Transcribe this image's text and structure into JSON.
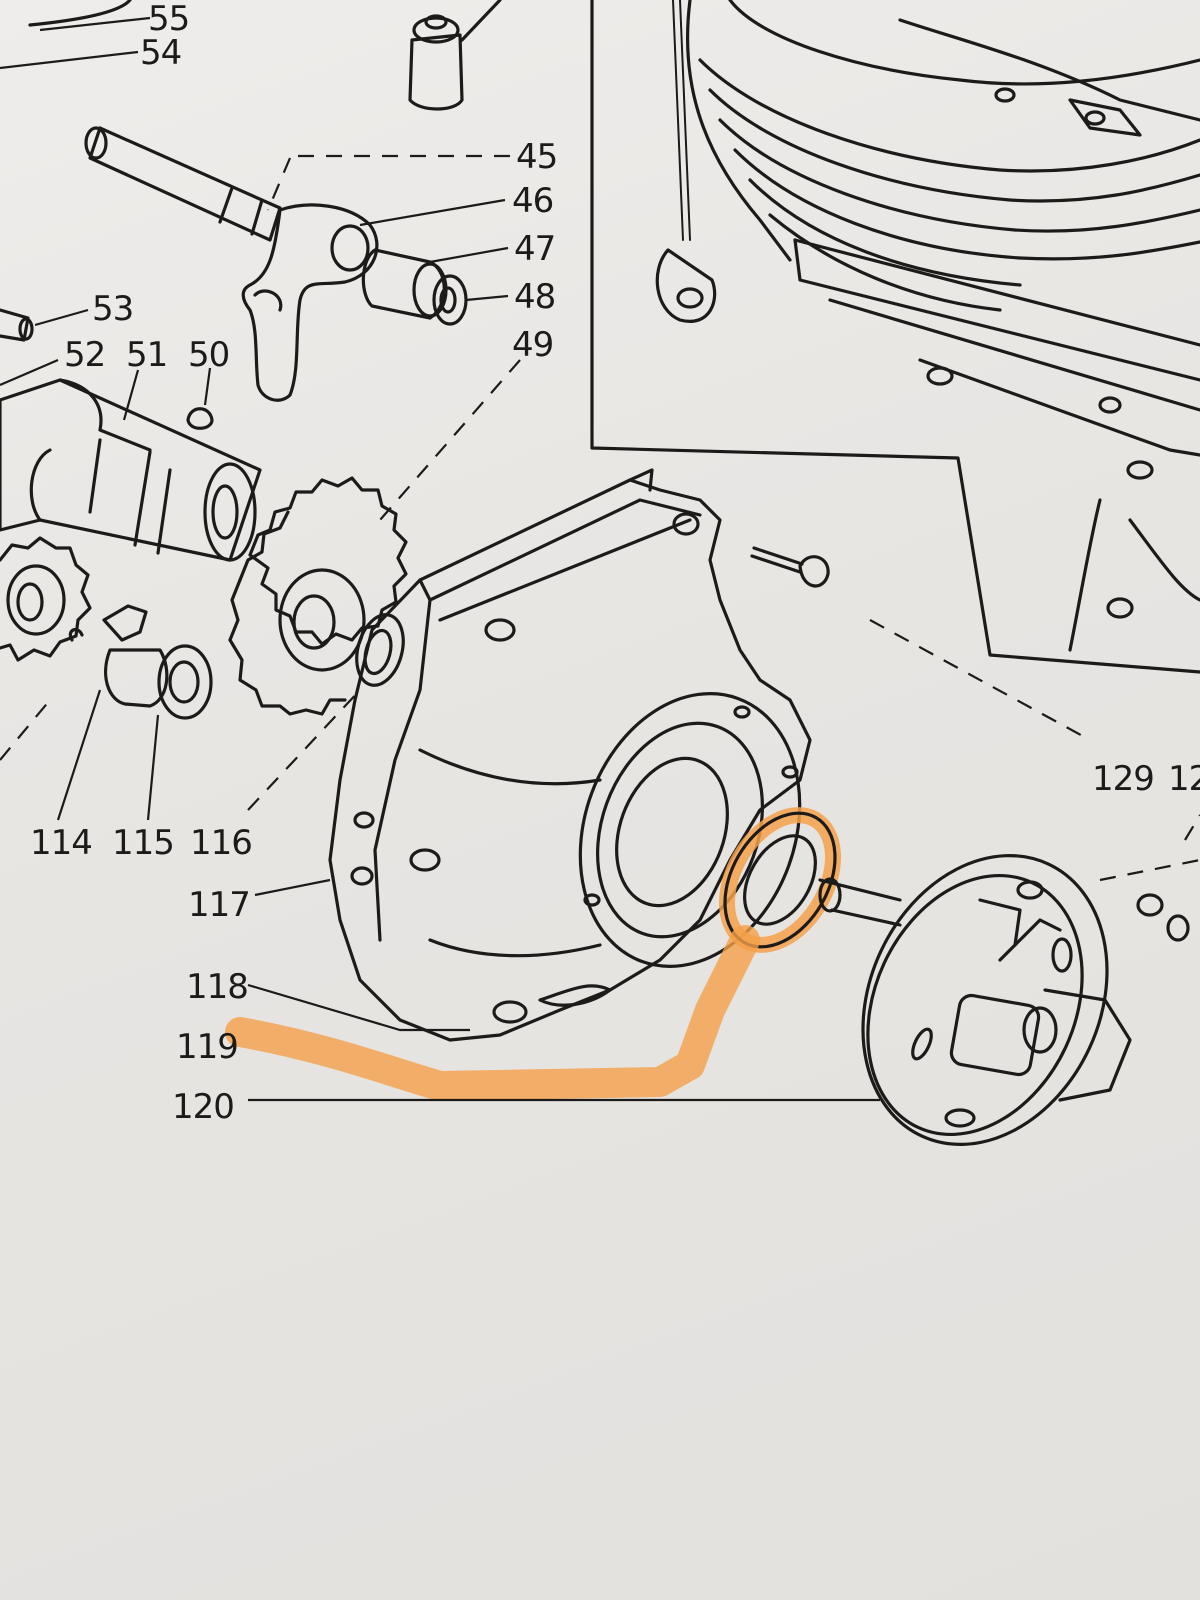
{
  "diagram": {
    "part_numbers": {
      "p55": "55",
      "p54": "54",
      "p45": "45",
      "p46": "46",
      "p47": "47",
      "p48": "48",
      "p49": "49",
      "p53": "53",
      "p52": "52",
      "p51": "51",
      "p50": "50",
      "p114": "114",
      "p115": "115",
      "p116": "116",
      "p117": "117",
      "p118": "118",
      "p119": "119",
      "p120": "120",
      "p129": "129",
      "p129_next": "12"
    },
    "highlight_color": "#f5a04a",
    "ink_color": "#1c1b1a",
    "paper_color": "#e9e7e4"
  }
}
